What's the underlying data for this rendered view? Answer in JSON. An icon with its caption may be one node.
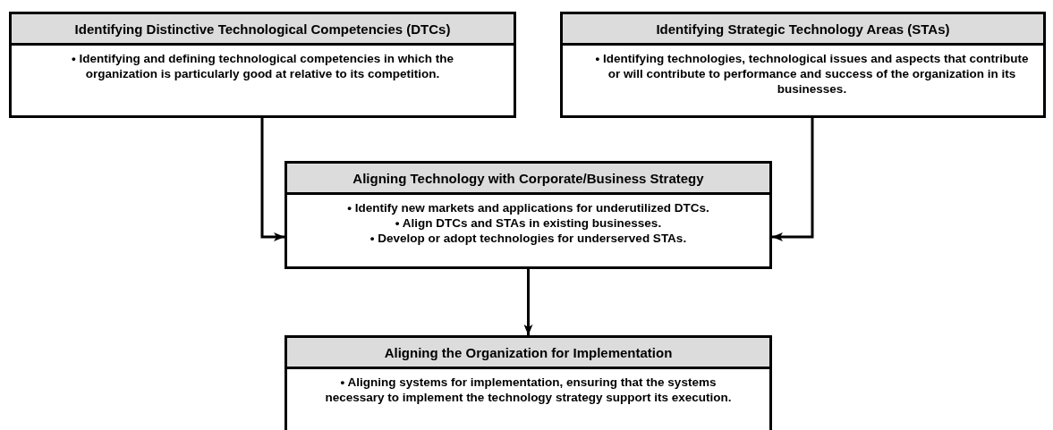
{
  "diagram": {
    "nodes": [
      {
        "text": [
          "Identifying Distinctive Technological Competencies (DTCs)",
          "• Identifying and defining technological competencies in which the organization is particularly good at relative to its competition."
        ]
      },
      {
        "text": [
          "Identifying Strategic Technology Areas (STAs)",
          "• Identifying technologies, technological issues and aspects that contribute or will contribute to performance and success of the organization in its businesses."
        ]
      },
      {
        "text": [
          "Aligning Technology with Corporate/Business Strategy",
          "• Identify new markets and applications for underutilized DTCs.",
          "• Align DTCs and STAs in existing businesses.",
          "•  Develop or adopt technologies for underserved STAs."
        ]
      },
      {
        "text": [
          "Aligning the Organization for Implementation",
          "• Aligning systems for implementation, ensuring that the systems necessary to implement the technology strategy support its execution."
        ]
      }
    ],
    "edges": [
      {
        "from": 0,
        "to": 2,
        "arrow": "to"
      },
      {
        "from": 1,
        "to": 2,
        "arrow": "to"
      },
      {
        "from": 2,
        "to": 3,
        "arrow": "to"
      }
    ]
  }
}
